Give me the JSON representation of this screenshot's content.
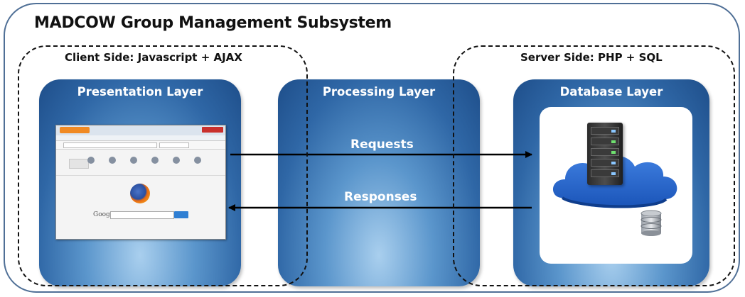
{
  "title": "MADCOW Group Management Subsystem",
  "client_side_label": "Client Side: Javascript + AJAX",
  "server_side_label": "Server Side: PHP + SQL",
  "layers": {
    "presentation": "Presentation Layer",
    "processing": "Processing Layer",
    "database": "Database Layer"
  },
  "arrows": {
    "requests": "Requests",
    "responses": "Responses"
  },
  "browser": {
    "google_text": "Google"
  },
  "colors": {
    "outer_border": "#4f6f96",
    "layer_dark": "#1e4e8a",
    "layer_light": "#a9cfee",
    "arrow": "#000000"
  },
  "icons": [
    "firefox-browser-screenshot",
    "server-rack-icon",
    "cloud-icon",
    "database-icon"
  ]
}
